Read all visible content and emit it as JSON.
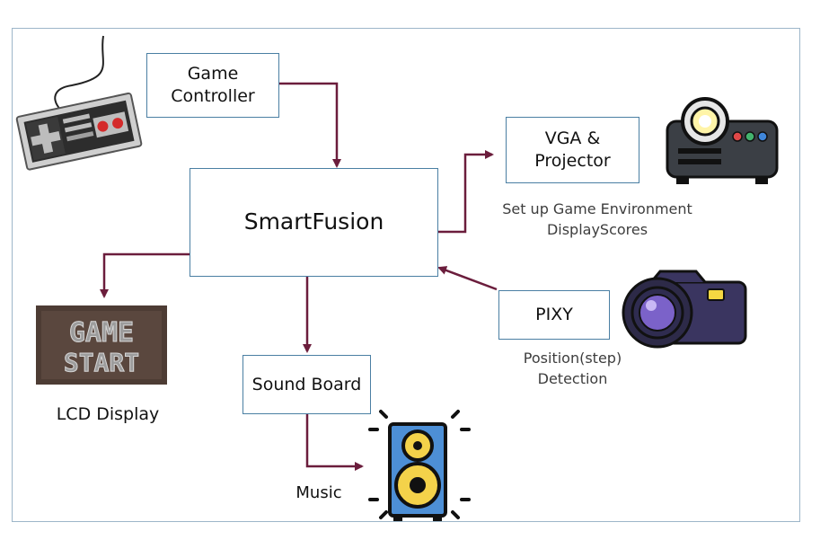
{
  "nodes": {
    "smartfusion": "SmartFusion",
    "game_controller": "Game\nController",
    "vga_projector": "VGA &\nProjector",
    "pixy": "PIXY",
    "sound_board": "Sound Board"
  },
  "captions": {
    "vga_note": "Set up Game Environment\nDisplayScores",
    "pixy_note": "Position(step)\nDetection",
    "lcd": "LCD Display",
    "music": "Music"
  },
  "lcd_screen": {
    "line1": "GAME",
    "line2": "START"
  },
  "icons": [
    "game-controller-icon",
    "projector-icon",
    "camera-icon",
    "lcd-screen-icon",
    "speaker-icon"
  ],
  "colors": {
    "arrow": "#6b1d3c",
    "box_border": "#4a7fa3",
    "frame": "#9db6c9"
  }
}
